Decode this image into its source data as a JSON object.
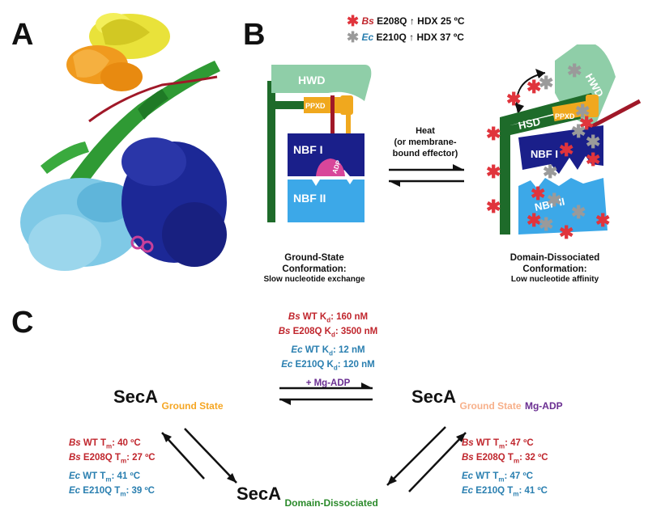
{
  "panels": {
    "a": "A",
    "b": "B",
    "c": "C"
  },
  "legend": {
    "bs": {
      "species": "Bs",
      "text": "E208Q ↑ HDX 25 ºC",
      "star_color": "#e0343c"
    },
    "ec": {
      "species": "Ec",
      "text": "E210Q ↑ HDX 37 ºC",
      "star_color": "#9a9a9a"
    }
  },
  "domains": {
    "hwd": "HWD",
    "hsd": "HSD",
    "ppxd": "PPXD",
    "nbf1": "NBF I",
    "nbf2": "NBF II",
    "adp": "ADP"
  },
  "heat_label": [
    "Heat",
    "(or membrane-",
    "bound effector)"
  ],
  "ground_state": {
    "title": [
      "Ground-State",
      "Conformation:"
    ],
    "sub": "Slow nucleotide exchange"
  },
  "dissociated_state": {
    "title": [
      "Domain-Dissociated",
      "Conformation:"
    ],
    "sub": "Low nucleotide affinity"
  },
  "kd_block": {
    "bs_wt": {
      "species": "Bs",
      "label": "WT K",
      "sub": "d",
      "value": ": 160 nM"
    },
    "bs_mut": {
      "species": "Bs",
      "label": "E208Q K",
      "sub": "d",
      "value": ":  3500 nM"
    },
    "ec_wt": {
      "species": "Ec",
      "label": "WT K",
      "sub": "d",
      "value": ":  12 nM"
    },
    "ec_mut": {
      "species": "Ec",
      "label": "E210Q K",
      "sub": "d",
      "value": ": 120 nM"
    },
    "ligand": "+ Mg-ADP"
  },
  "secA": {
    "name": "SecA",
    "ground": "Ground State",
    "mg_adp": "Mg-ADP",
    "dissociated": "Domain-Dissociated"
  },
  "tm_left": {
    "bs_wt": {
      "species": "Bs",
      "label": "WT T",
      "sub": "m",
      "value": ":  40 ºC"
    },
    "bs_mut": {
      "species": "Bs",
      "label": "E208Q T",
      "sub": "m",
      "value": ":  27 ºC"
    },
    "ec_wt": {
      "species": "Ec",
      "label": "WT T",
      "sub": "m",
      "value": ":  41 ºC"
    },
    "ec_mut": {
      "species": "Ec",
      "label": "E210Q T",
      "sub": "m",
      "value": ":  39 ºC"
    }
  },
  "tm_right": {
    "bs_wt": {
      "species": "Bs",
      "label": "WT T",
      "sub": "m",
      "value": ":  47 ºC"
    },
    "bs_mut": {
      "species": "Bs",
      "label": "E208Q T",
      "sub": "m",
      "value": ":  32 ºC"
    },
    "ec_wt": {
      "species": "Ec",
      "label": "WT T",
      "sub": "m",
      "value": ":  47 ºC"
    },
    "ec_mut": {
      "species": "Ec",
      "label": "E210Q T",
      "sub": "m",
      "value": ":  41 ºC"
    }
  },
  "colors": {
    "hwd": "#8fceA8",
    "hsd": "#1e6b2a",
    "ppxd": "#f0a81e",
    "nbf1": "#1a1f8a",
    "nbf2": "#3ca8e8",
    "adp": "#d8469a",
    "helix": "#a01828",
    "red_text": "#c0262d",
    "blue_text": "#2a7fb0"
  }
}
